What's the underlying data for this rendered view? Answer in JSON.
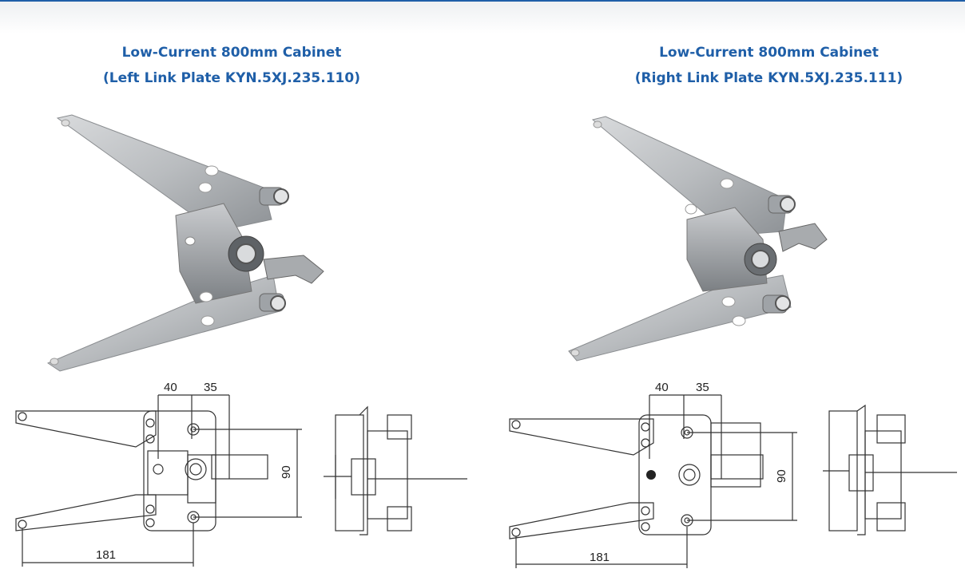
{
  "header": {
    "accent_color": "#1f5fa8"
  },
  "products": [
    {
      "title_line1": "Low-Current 800mm Cabinet",
      "title_line2": "(Left Link Plate KYN.5XJ.235.110)",
      "dimensions": {
        "offset_a": "40",
        "offset_b": "35",
        "height": "90",
        "length": "181"
      }
    },
    {
      "title_line1": "Low-Current 800mm Cabinet",
      "title_line2": "(Right Link Plate KYN.5XJ.235.111)",
      "dimensions": {
        "offset_a": "40",
        "offset_b": "35",
        "height": "90",
        "length": "181"
      }
    }
  ]
}
